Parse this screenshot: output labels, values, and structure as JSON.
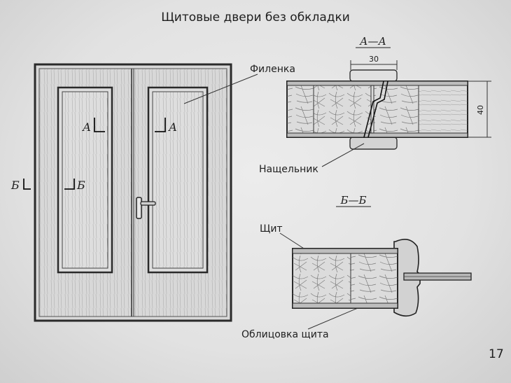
{
  "title": "Щитовые двери без обкладки",
  "labels": {
    "filenka": "Филенка",
    "nashchelnik": "Нащельник",
    "shchit": "Щит",
    "oblitsovka": "Облицовка щита"
  },
  "section_marks": {
    "a": "А",
    "b": "Б",
    "section_aa": "А—А",
    "section_bb": "Б—Б"
  },
  "dimensions": {
    "width_30": "30",
    "height_40": "40"
  },
  "page_number": "17"
}
